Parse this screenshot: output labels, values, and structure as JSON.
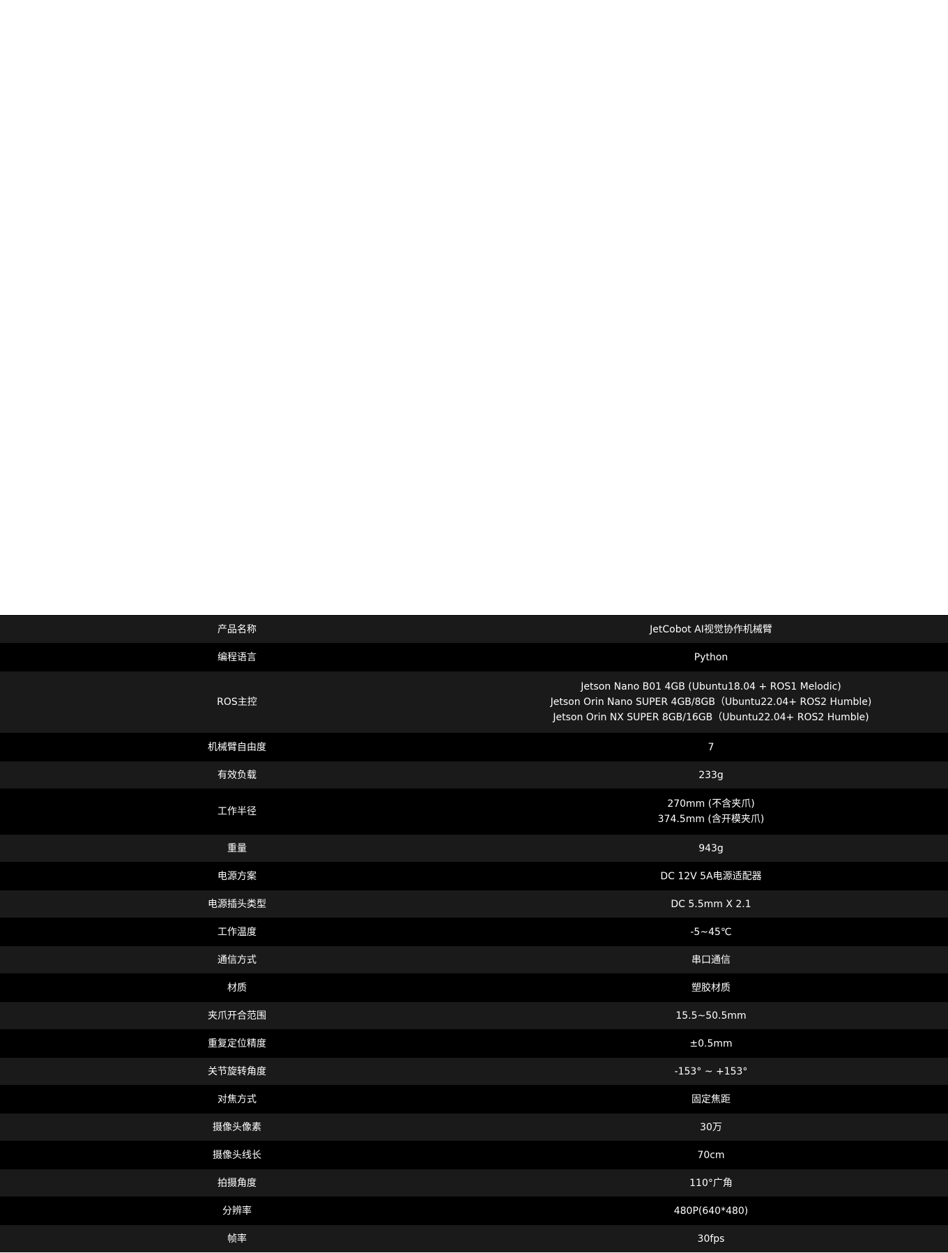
{
  "spec_table": {
    "rows": [
      {
        "label": "产品名称",
        "values": [
          "JetCobot AI视觉协作机械臂"
        ]
      },
      {
        "label": "编程语言",
        "values": [
          "Python"
        ]
      },
      {
        "label": "ROS主控",
        "values": [
          "Jetson Nano B01 4GB (Ubuntu18.04 + ROS1 Melodic)",
          "Jetson Orin Nano SUPER 4GB/8GB（Ubuntu22.04+ ROS2 Humble)",
          "Jetson Orin NX SUPER 8GB/16GB（Ubuntu22.04+ ROS2 Humble)"
        ]
      },
      {
        "label": "机械臂自由度",
        "values": [
          "7"
        ]
      },
      {
        "label": "有效负载",
        "values": [
          "233g"
        ]
      },
      {
        "label": "工作半径",
        "values": [
          "270mm (不含夹爪)",
          "374.5mm (含开模夹爪)"
        ]
      },
      {
        "label": "重量",
        "values": [
          "943g"
        ]
      },
      {
        "label": "电源方案",
        "values": [
          "DC 12V 5A电源适配器"
        ]
      },
      {
        "label": "电源插头类型",
        "values": [
          "DC 5.5mm X 2.1"
        ]
      },
      {
        "label": "工作温度",
        "values": [
          "-5~45℃"
        ]
      },
      {
        "label": "通信方式",
        "values": [
          "串口通信"
        ]
      },
      {
        "label": "材质",
        "values": [
          "塑胶材质"
        ]
      },
      {
        "label": "夹爪开合范围",
        "values": [
          "15.5~50.5mm"
        ]
      },
      {
        "label": "重复定位精度",
        "values": [
          "±0.5mm"
        ]
      },
      {
        "label": "关节旋转角度",
        "values": [
          "-153° ~ +153°"
        ]
      },
      {
        "label": "对焦方式",
        "values": [
          "固定焦距"
        ]
      },
      {
        "label": "摄像头像素",
        "values": [
          "30万"
        ]
      },
      {
        "label": "摄像头线长",
        "values": [
          "70cm"
        ]
      },
      {
        "label": "拍摄角度",
        "values": [
          "110°广角"
        ]
      },
      {
        "label": "分辨率",
        "values": [
          "480P(640*480)"
        ]
      },
      {
        "label": "帧率",
        "values": [
          "30fps"
        ]
      }
    ]
  }
}
